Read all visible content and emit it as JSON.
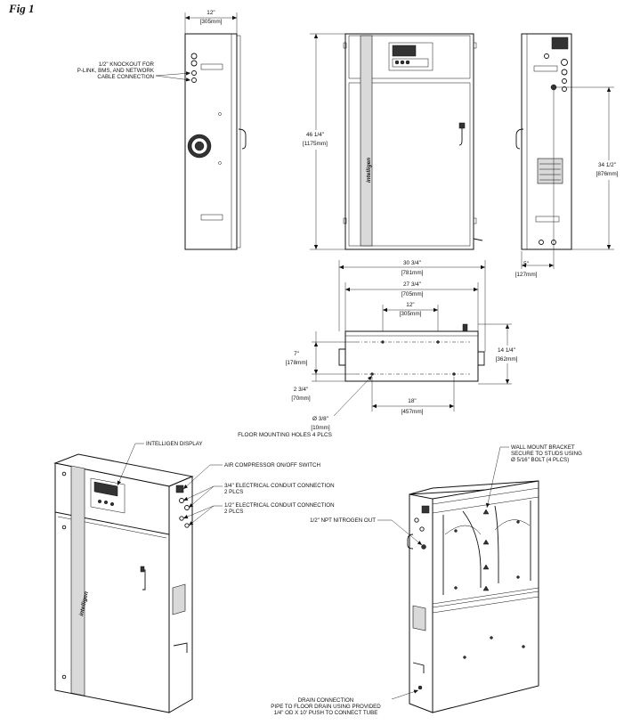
{
  "figure": {
    "label": "Fig 1"
  },
  "brand": {
    "name": "intelligen"
  },
  "side_view": {
    "width_dim": {
      "imperial": "12\"",
      "metric": "[305mm]"
    },
    "knockout_note": [
      "1/2\" KNOCKOUT FOR",
      "P-LINK, BMS, AND NETWORK",
      "CABLE CONNECTION"
    ]
  },
  "front_view": {
    "height_dim": {
      "imperial": "46 1/4\"",
      "metric": "[1175mm]"
    }
  },
  "back_view": {
    "height_dim": {
      "imperial": "34 1/2\"",
      "metric": "[876mm]"
    },
    "offset_dim": {
      "imperial": "5\"",
      "metric": "[127mm]"
    }
  },
  "top_view": {
    "overall_width": {
      "imperial": "30 3/4\"",
      "metric": "[781mm]"
    },
    "body_width": {
      "imperial": "27 3/4\"",
      "metric": "[705mm]"
    },
    "stud_spacing": {
      "imperial": "12\"",
      "metric": "[305mm]"
    },
    "depth_upper": {
      "imperial": "7\"",
      "metric": "[178mm]"
    },
    "depth_total": {
      "imperial": "14 1/4\"",
      "metric": "[362mm]"
    },
    "depth_lower": {
      "imperial": "2 3/4\"",
      "metric": "[70mm]"
    },
    "floor_spacing": {
      "imperial": "18\"",
      "metric": "[457mm]"
    },
    "hole_dia": {
      "imperial": "Ø 3/8\"",
      "metric": "[10mm]"
    },
    "floor_holes_note": "FLOOR MOUNTING HOLES 4 PLCS"
  },
  "iso_front": {
    "display_label": "INTELLIGEN DISPLAY",
    "air_switch_label": "AIR COMPRESSOR ON/OFF SWITCH",
    "conduit_34": [
      "3/4\" ELECTRICAL CONDUIT CONNECTION",
      "2 PLCS"
    ],
    "conduit_12": [
      "1/2\" ELECTRICAL CONDUIT CONNECTION",
      "2 PLCS"
    ]
  },
  "iso_back": {
    "bracket_note": [
      "WALL MOUNT BRACKET",
      "SECURE TO STUDS USING",
      "Ø 5/16\" BOLT (4 PLCS)"
    ],
    "nitrogen_out": "1/2\" NPT NITROGEN OUT",
    "drain_note": [
      "DRAIN CONNECTION",
      "PIPE TO FLOOR DRAIN USING PROVIDED",
      "1/4\" OD X 10' PUSH TO CONNECT TUBE"
    ]
  }
}
